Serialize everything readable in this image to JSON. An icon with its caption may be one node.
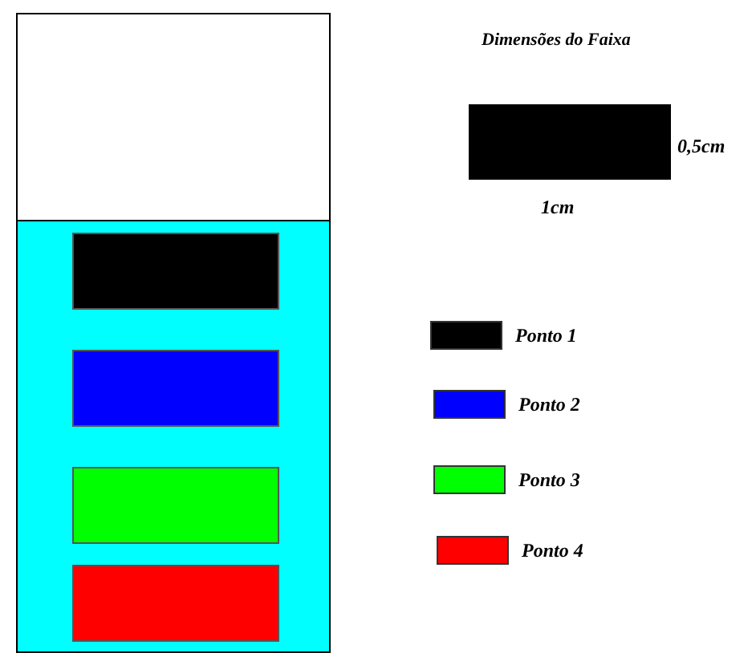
{
  "diagram": {
    "title": "Dimensões do Faixa",
    "labels": [
      "0,5cm",
      "1cm"
    ],
    "legend": [
      {
        "text": "Ponto 1",
        "color": "#000000"
      },
      {
        "text": "Ponto 2",
        "color": "#0000ff"
      },
      {
        "text": "Ponto 3",
        "color": "#00ff00"
      },
      {
        "text": "Ponto 4",
        "color": "#ff0000"
      }
    ]
  }
}
